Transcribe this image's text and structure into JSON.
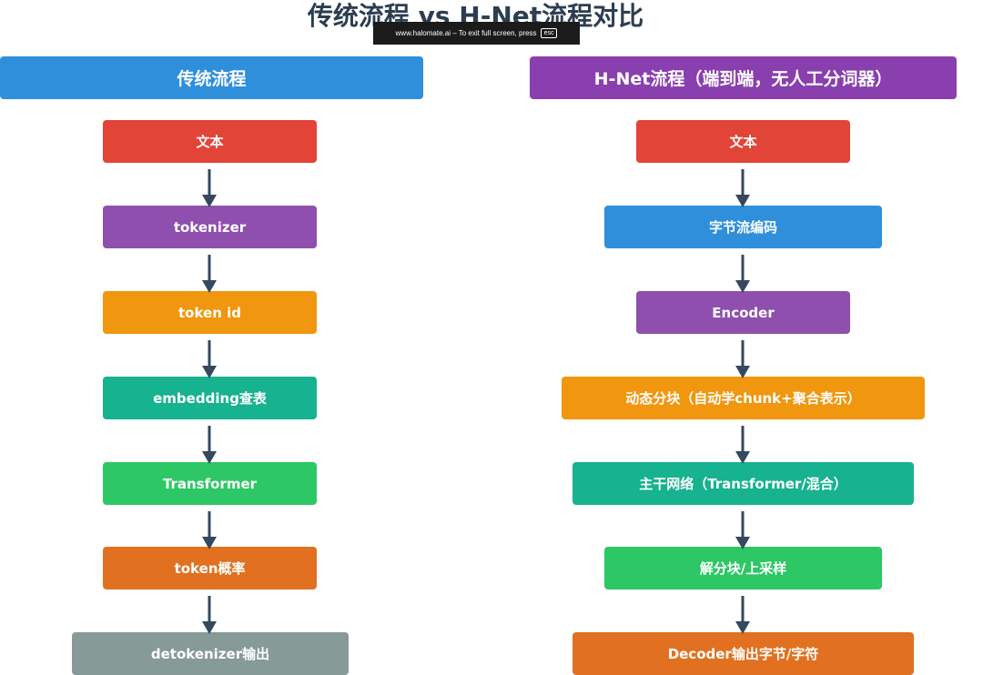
{
  "title": "传统流程 vs H-Net流程对比",
  "fullscreen_notice": {
    "text": "www.halomate.ai – To exit full screen, press",
    "key": "esc"
  },
  "traditional": {
    "header": "传统流程",
    "header_color": "#2f8fdb",
    "steps": [
      {
        "label": "文本",
        "color": "#e24437"
      },
      {
        "label": "tokenizer",
        "color": "#8e4fae"
      },
      {
        "label": "token id",
        "color": "#f0960f"
      },
      {
        "label": "embedding查表",
        "color": "#17b28f"
      },
      {
        "label": "Transformer",
        "color": "#2dc765"
      },
      {
        "label": "token概率",
        "color": "#e17120"
      },
      {
        "label": "detokenizer输出",
        "color": "#869a98"
      }
    ]
  },
  "hnet": {
    "header": "H-Net流程（端到端，无人工分词器）",
    "header_color": "#8a3fae",
    "steps": [
      {
        "label": "文本",
        "color": "#e24437"
      },
      {
        "label": "字节流编码",
        "color": "#2f8fdb"
      },
      {
        "label": "Encoder",
        "color": "#8e4fae"
      },
      {
        "label": "动态分块（自动学chunk+聚合表示）",
        "color": "#f0960f"
      },
      {
        "label": "主干网络（Transformer/混合）",
        "color": "#17b28f"
      },
      {
        "label": "解分块/上采样",
        "color": "#2dc765"
      },
      {
        "label": "Decoder输出字节/字符",
        "color": "#e17120"
      }
    ]
  },
  "arrow_color": "#34495e"
}
